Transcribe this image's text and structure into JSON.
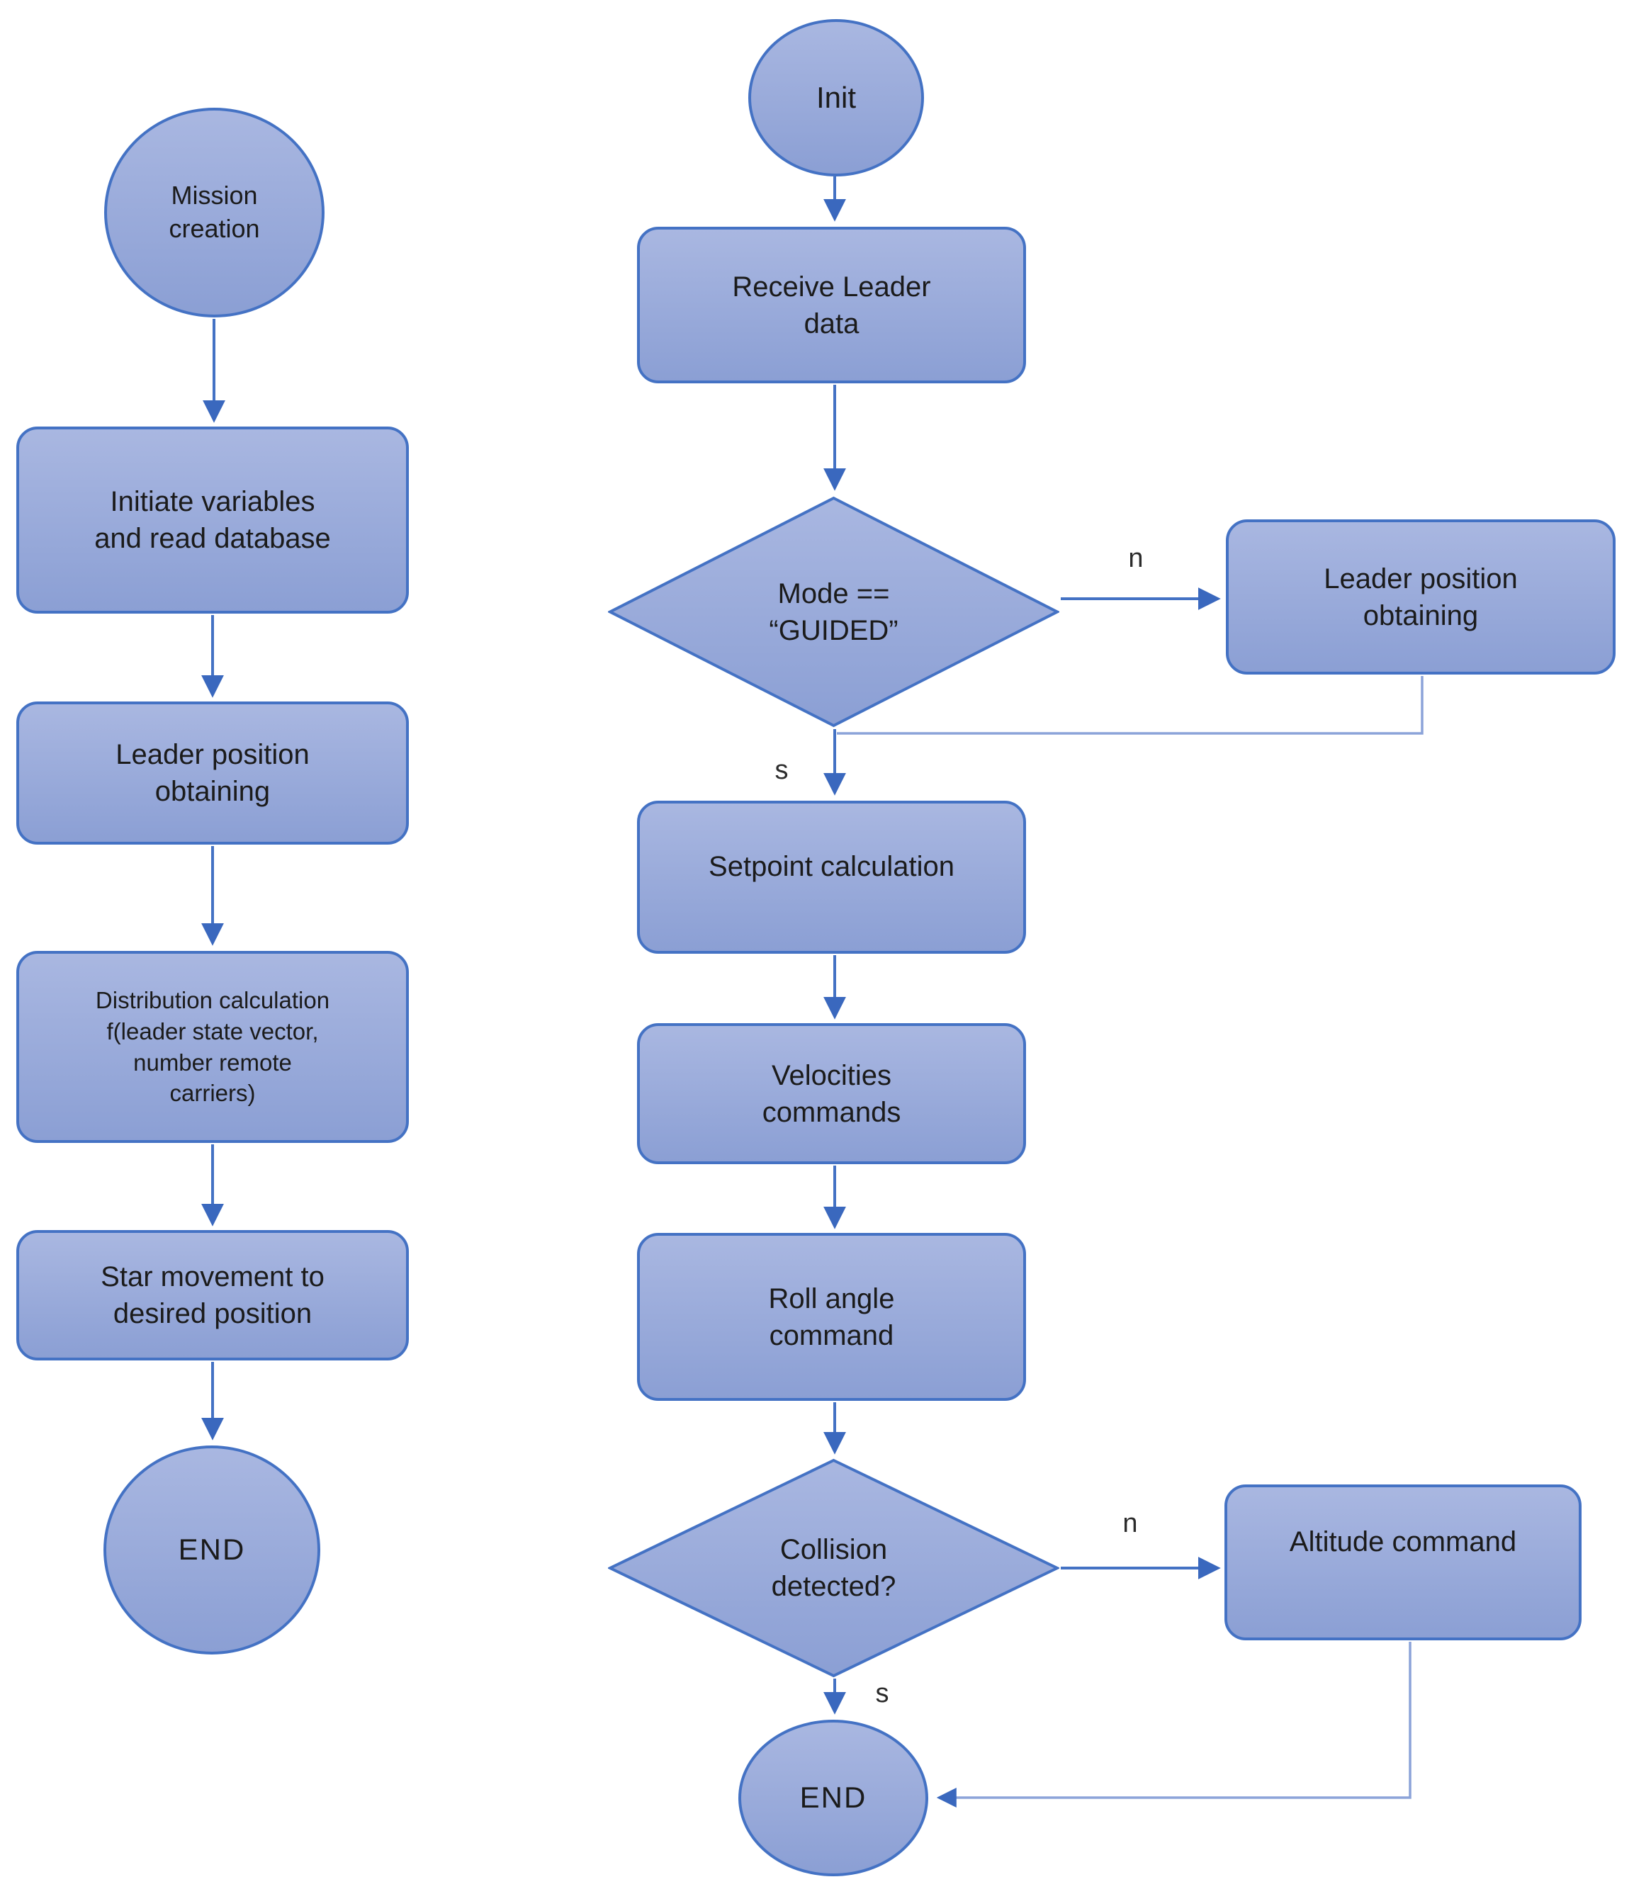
{
  "left_flow": {
    "mission_creation": "Mission\ncreation",
    "initiate_variables": "Initiate variables\nand read database",
    "leader_position": "Leader position\nobtaining",
    "distribution_calculation": "Distribution calculation\nf(leader state vector,\nnumber remote\ncarriers)",
    "star_movement": "Star movement to\ndesired position",
    "end_label": "END"
  },
  "right_flow": {
    "init": "Init",
    "receive_leader_data": "Receive Leader\ndata",
    "mode_decision": "Mode ==\n“GUIDED”",
    "mode_no_label": "n",
    "mode_yes_label": "s",
    "leader_position_obtaining": "Leader position\nobtaining",
    "setpoint_calculation": "Setpoint calculation",
    "velocities_commands": "Velocities\ncommands",
    "roll_angle_command": "Roll angle\ncommand",
    "collision_decision": "Collision\ndetected?",
    "collision_no_label": "n",
    "collision_yes_label": "s",
    "altitude_command": "Altitude command",
    "end_label": "END"
  },
  "colors": {
    "node_fill_top": "#a9b7e1",
    "node_fill_bottom": "#8b9fd4",
    "node_border": "#4472c4",
    "connector": "#4472c4",
    "connector_light": "#8ba3d9",
    "arrowhead": "#3a68be",
    "text": "#1b1b1b",
    "page_bg": "#ffffff"
  }
}
